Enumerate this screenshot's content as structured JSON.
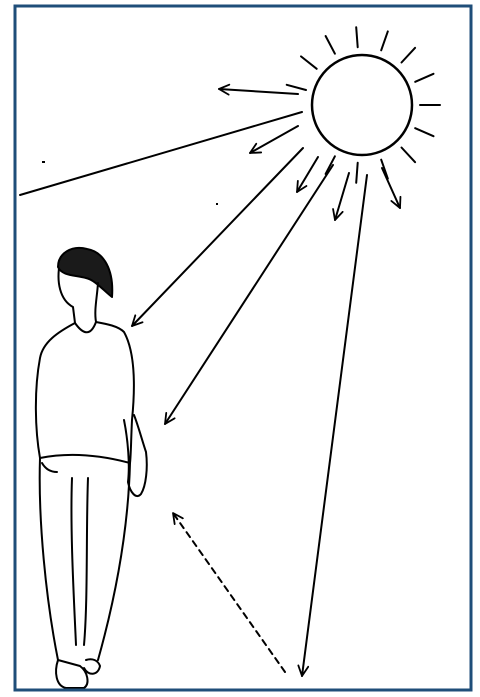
{
  "figure": {
    "frame_color": "#1f4e79",
    "ink_color": "#000000",
    "hair_color": "#1a1a1a",
    "background": "#ffffff",
    "elements": {
      "sun": "sun-icon",
      "person": "person-figure",
      "sun_rays": 15,
      "arrows_from_sun": 9,
      "dashed_arrow_count": 1,
      "reflected_ray_style": "dashed"
    }
  }
}
